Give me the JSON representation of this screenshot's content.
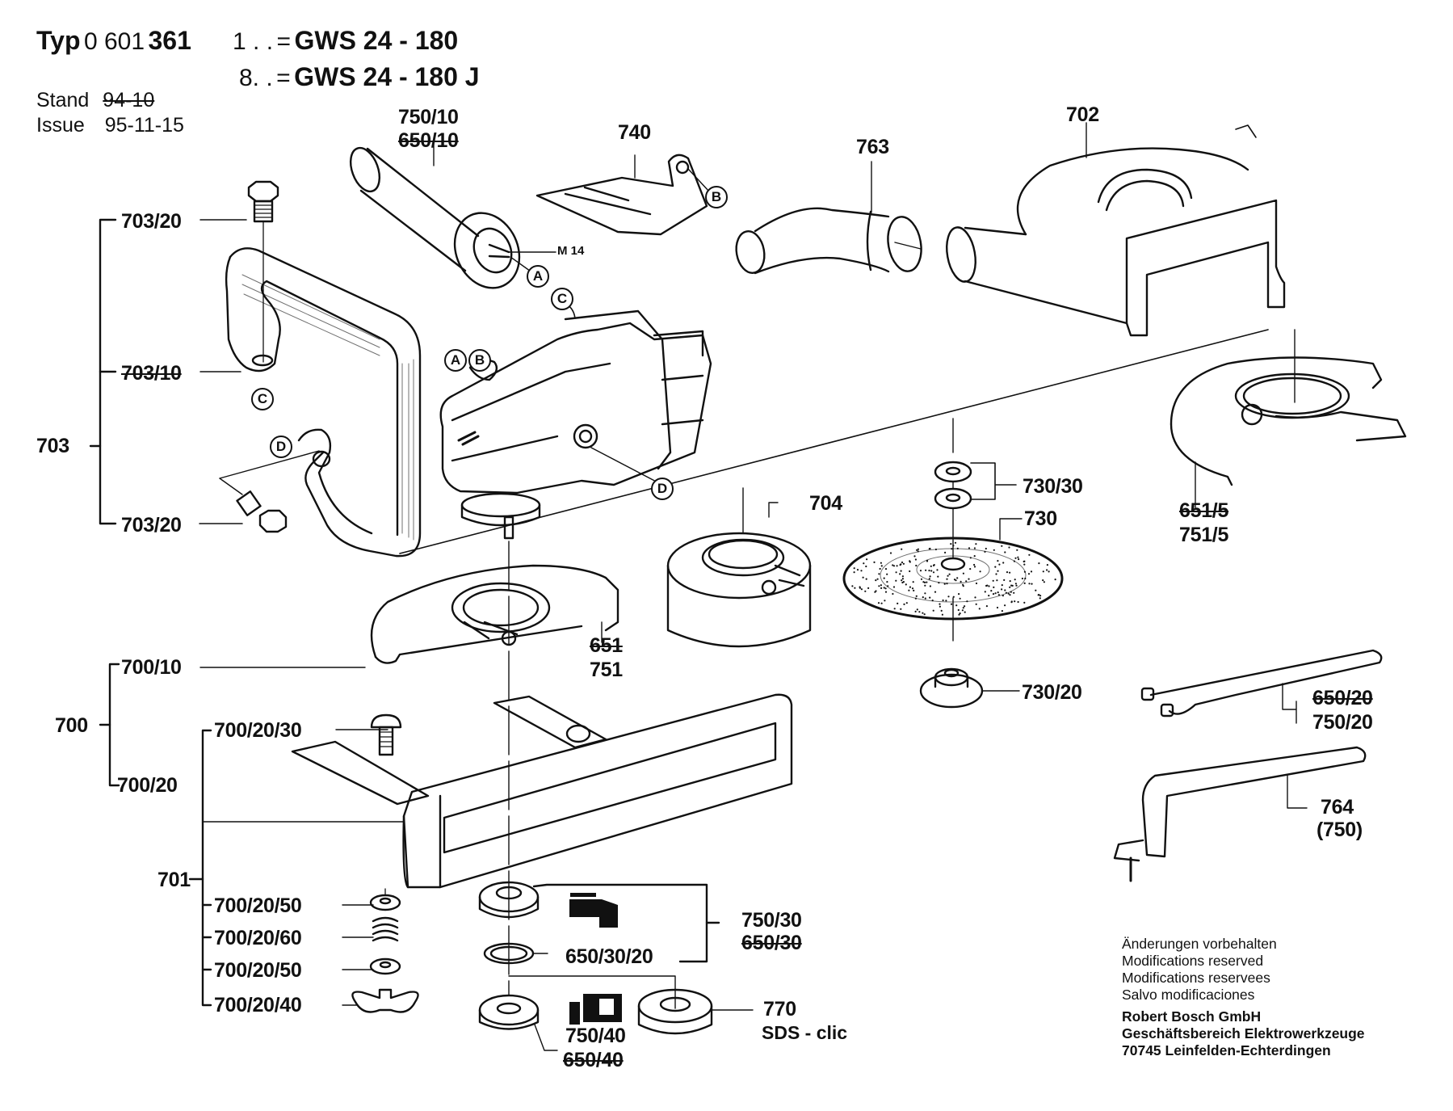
{
  "header": {
    "typ_label": "Typ",
    "typ_number_regular": "0 601",
    "typ_number_bold": "361",
    "variants": [
      {
        "suffix": "1 . .",
        "equals": "=",
        "model": "GWS 24 - 180"
      },
      {
        "suffix": "8. .",
        "equals": "=",
        "model": "GWS 24 - 180 J"
      }
    ],
    "stand_label": "Stand",
    "stand_value_struck": "94-10",
    "issue_label": "Issue",
    "issue_value": "95-11-15"
  },
  "parts": {
    "p750_10": "750/10",
    "p650_10_struck": "650/10",
    "m14": "M 14",
    "p740": "740",
    "p763": "763",
    "p702": "702",
    "p703": "703",
    "p703_20_top": "703/20",
    "p703_10_struck": "703/10",
    "p703_20_bottom": "703/20",
    "p704": "704",
    "p730_30": "730/30",
    "p730": "730",
    "p651_5_struck": "651/5",
    "p751_5": "751/5",
    "p651_struck": "651",
    "p751": "751",
    "p700": "700",
    "p700_10": "700/10",
    "p700_20": "700/20",
    "p700_20_30": "700/20/30",
    "p701": "701",
    "p700_20_50_a": "700/20/50",
    "p700_20_60": "700/20/60",
    "p700_20_50_b": "700/20/50",
    "p700_20_40": "700/20/40",
    "p730_20": "730/20",
    "p650_20_struck": "650/20",
    "p750_20": "750/20",
    "p764": "764",
    "p750_paren": "(750)",
    "p750_30": "750/30",
    "p650_30_struck": "650/30",
    "p650_30_20": "650/30/20",
    "p750_40": "750/40",
    "p650_40_struck": "650/40",
    "p770": "770",
    "sds_clic": "SDS - clic"
  },
  "refs": {
    "a": "A",
    "b": "B",
    "c": "C",
    "d": "D"
  },
  "footer": {
    "lines": [
      "Änderungen vorbehalten",
      "Modifications reserved",
      "Modifications reservees",
      "Salvo modificaciones"
    ],
    "company_lines": [
      "Robert Bosch GmbH",
      "Geschäftsbereich Elektrowerkzeuge",
      "70745 Leinfelden-Echterdingen"
    ]
  }
}
